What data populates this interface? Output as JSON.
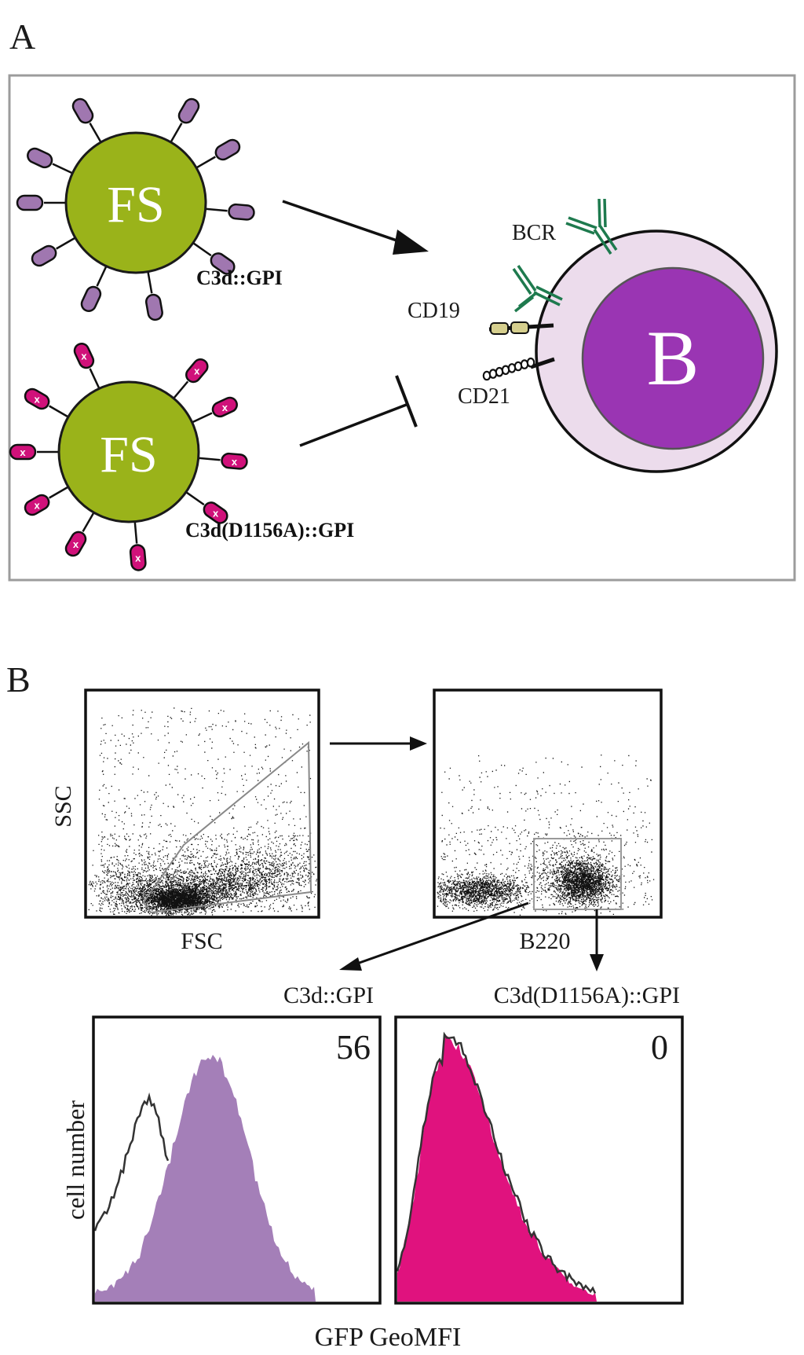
{
  "panel_a": {
    "letter": "A",
    "fs_label_top": "FS",
    "fs_label_bottom": "FS",
    "construct_top": "C3d::GPI",
    "construct_bottom": "C3d(D1156A)::GPI",
    "mutant_mark": "x",
    "bcell_label": "B",
    "bcr_label": "BCR",
    "cd19_label": "CD19",
    "cd21_label": "CD21"
  },
  "panel_b": {
    "letter": "B",
    "ssc_label": "SSC",
    "fsc_label": "FSC",
    "b220_label": "B220",
    "hist_left_title": "C3d::GPI",
    "hist_right_title": "C3d(D1156A)::GPI",
    "hist_left_value": "56",
    "hist_right_value": "0",
    "cell_number_label": "cell number",
    "gfp_label": "GFP GeoMFI"
  },
  "colors": {
    "fs_green": "#9ab31a",
    "bcell_dark": "#9a35b3",
    "bcell_light": "#ecdcec",
    "ligand_purple": "#a077b0",
    "ligand_magenta": "#d0117a",
    "receptor_green": "#1e7a4e",
    "hist_purple": "#a47fb8",
    "hist_magenta": "#e0127e"
  }
}
